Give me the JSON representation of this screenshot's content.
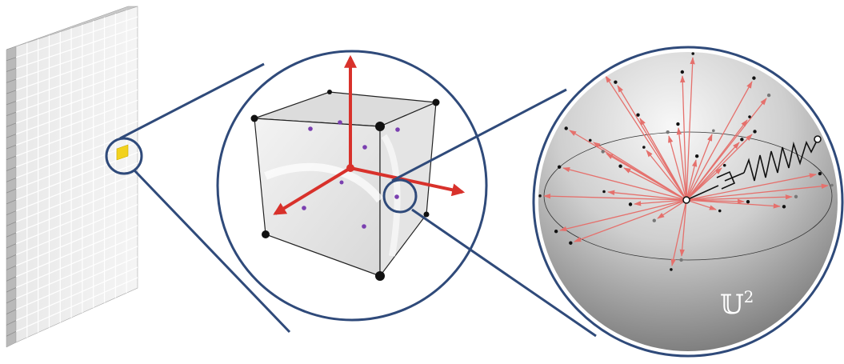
{
  "sphere_label": {
    "symbol": "𝕌",
    "exponent": "2"
  },
  "colors": {
    "frame_stroke": "#2f4a7a",
    "arrow_red": "#d8312b",
    "arrow_pink": "#e5706c",
    "inclusion_purple": "#7a3fb0",
    "node_black": "#111111",
    "highlight_cell": "#f2d21e",
    "panel_face": "#eeeeee",
    "grid_line": "#ffffff"
  },
  "icons": {
    "panel": "voxel-grid-panel",
    "cube": "unit-cell-cube",
    "sphere": "unit-sphere",
    "spring": "spring-dashpot-icon"
  }
}
